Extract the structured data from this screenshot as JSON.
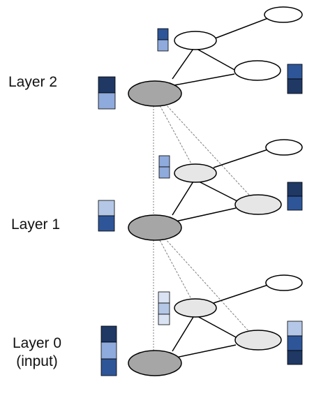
{
  "layers": [
    {
      "id": "layer-2",
      "label": "Layer 2"
    },
    {
      "id": "layer-1",
      "label": "Layer 1"
    },
    {
      "id": "layer-0",
      "label": "Layer 0",
      "sublabel": "(input)"
    }
  ],
  "colors": {
    "dark_navy": "#1f3864",
    "mid_blue": "#2e5597",
    "light_blue": "#8faadc",
    "pale_blue": "#b4c7e7",
    "very_pale_blue": "#dae3f3",
    "root_node_fill": "#a6a6a6",
    "neighbor_node_fill": "#e7e6e6",
    "leaf_node_fill": "#ffffff",
    "edge_color": "#000000",
    "dashed_edge_color": "#7f7f7f"
  }
}
